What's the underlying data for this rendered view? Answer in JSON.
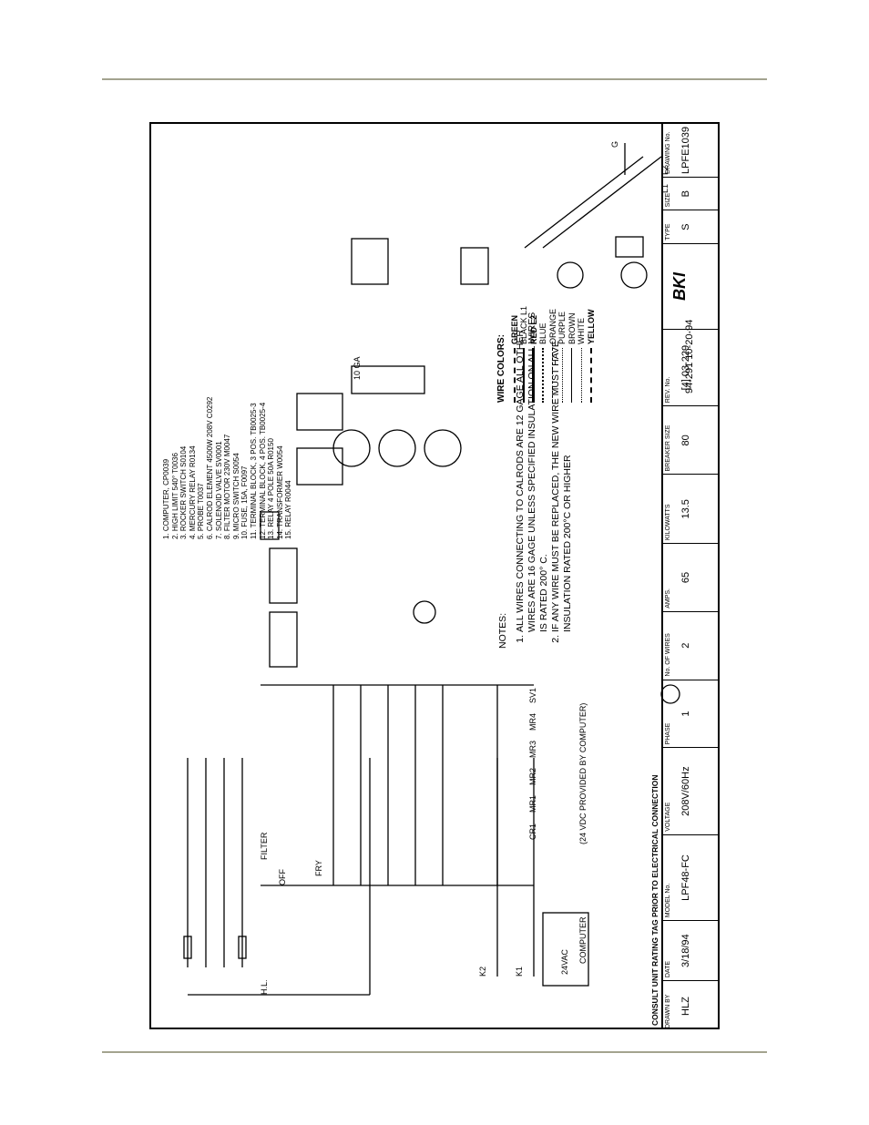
{
  "notes": {
    "heading": "NOTES:",
    "items": [
      "ALL WIRES CONNECTING TO CALRODS ARE 12 GAGE ALL OTHER WIRES ARE 16 GAGE UNLESS SPECIFIED INSULATION ON ALL WIRES IS RATED 200° C.",
      "IF ANY WIRE MUST BE REPLACED, THE NEW WIRE MUST HAVE INSULATION RATED 200°C OR HIGHER"
    ]
  },
  "parts_list": [
    "1. COMPUTER, CP0039",
    "2. HIGH LIMIT 540° T0036",
    "3. ROCKER SWITCH S0104",
    "4. MERCURY RELAY R0134",
    "5. PROBE T0037",
    "6. CALROD ELEMENT 4500W 208V C0292",
    "7. SOLENOID VALVE SV0001",
    "8. FILTER MOTOR 230V M0047",
    "9. MICRO SWITCH S0054",
    "10. FUSE, 15A, F0097",
    "11. TERMINAL BLOCK, 3 POS. TB0025-3",
    "12. TERMINAL BLOCK, 4 POS. TB0025-4",
    "13. RELAY 4 POLE 50A R0150",
    "14. TRANSFORMER W0054",
    "15. RELAY R0044"
  ],
  "wire_colors": {
    "heading": "WIRE COLORS:",
    "items": [
      "GREEN",
      "BLACK L1",
      "RED L2",
      "BLUE",
      "ORANGE",
      "PURPLE",
      "BROWN",
      "WHITE",
      "YELLOW"
    ]
  },
  "labels": {
    "gauge": "10 GA",
    "computer_note": "(24 VDC PROVIDED BY COMPUTER)",
    "filter": "FILTER",
    "off": "OFF",
    "fry": "FRY",
    "hl": "H.L.",
    "xfmr": "24VAC",
    "computer": "COMPUTER",
    "l1": "L1",
    "l2": "L2",
    "g": "G",
    "consult": "CONSULT UNIT RATING TAG PRIOR TO ELECTRICAL CONNECTION",
    "drawing_ref": "94-291 10-20-94"
  },
  "ladder_relays": [
    "CR1",
    "MR1",
    "MR2",
    "MR3",
    "MR4",
    "SV1",
    "K2",
    "K1"
  ],
  "title_block": {
    "drawn_by": {
      "label": "DRAWN BY",
      "value": "HLZ"
    },
    "date": {
      "label": "DATE",
      "value": "3/18/94"
    },
    "model": {
      "label": "MODEL No.",
      "value": "LPF48-FC"
    },
    "voltage": {
      "label": "VOLTAGE",
      "value": "208V/60Hz"
    },
    "phase": {
      "label": "PHASE",
      "value": "1"
    },
    "wires": {
      "label": "No. OF WIRES",
      "value": "2"
    },
    "amps": {
      "label": "AMPS.",
      "value": "65"
    },
    "kw": {
      "label": "KILOWATTS",
      "value": "13.5"
    },
    "breaker": {
      "label": "BREAKER SIZE",
      "value": "80"
    },
    "rev": {
      "label": "REV. No.",
      "value": "[4] 03-229"
    },
    "logo": "BKI",
    "type": {
      "label": "TYPE",
      "value": "S"
    },
    "size": {
      "label": "SIZE",
      "value": "B"
    },
    "drawing": {
      "label": "DRAWING No.",
      "value": "LPFE1039"
    }
  }
}
